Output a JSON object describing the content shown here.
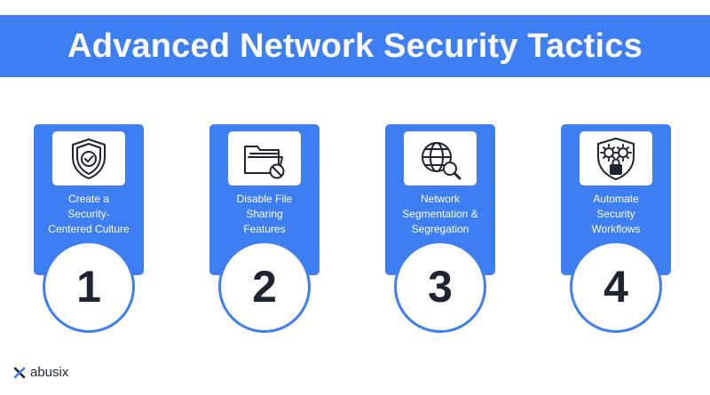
{
  "header": {
    "title": "Advanced Network Security Tactics"
  },
  "tactics": [
    {
      "label_lines": [
        "Create a",
        "Security-",
        "Centered Culture"
      ],
      "number": "1",
      "icon": "shield-check-icon"
    },
    {
      "label_lines": [
        "Disable File",
        "Sharing",
        "Features"
      ],
      "number": "2",
      "icon": "folder-blocked-icon"
    },
    {
      "label_lines": [
        "Network",
        "Segmentation &",
        "Segregation"
      ],
      "number": "3",
      "icon": "globe-magnifier-icon"
    },
    {
      "label_lines": [
        "Automate",
        "Security",
        "Workflows"
      ],
      "number": "4",
      "icon": "gear-shield-lock-icon"
    }
  ],
  "brand": {
    "name": "abusix"
  },
  "colors": {
    "accent": "#3d7ef2",
    "text_dark": "#1f2433",
    "background": "#ffffff"
  }
}
